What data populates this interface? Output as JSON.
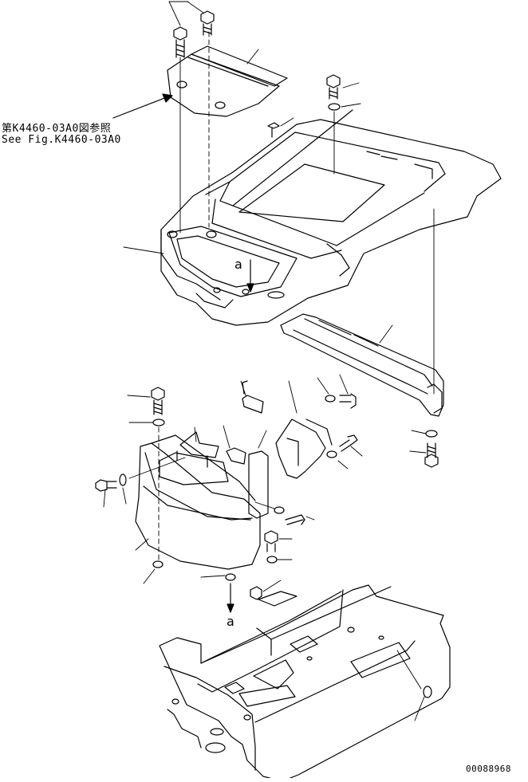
{
  "reference": {
    "ref_jp": "第K4460-03A0図参照",
    "ref_en": "See Fig.K4460-03A0"
  },
  "view_marks": {
    "top": "a",
    "bottom": "a"
  },
  "drawing_number": "00088968"
}
